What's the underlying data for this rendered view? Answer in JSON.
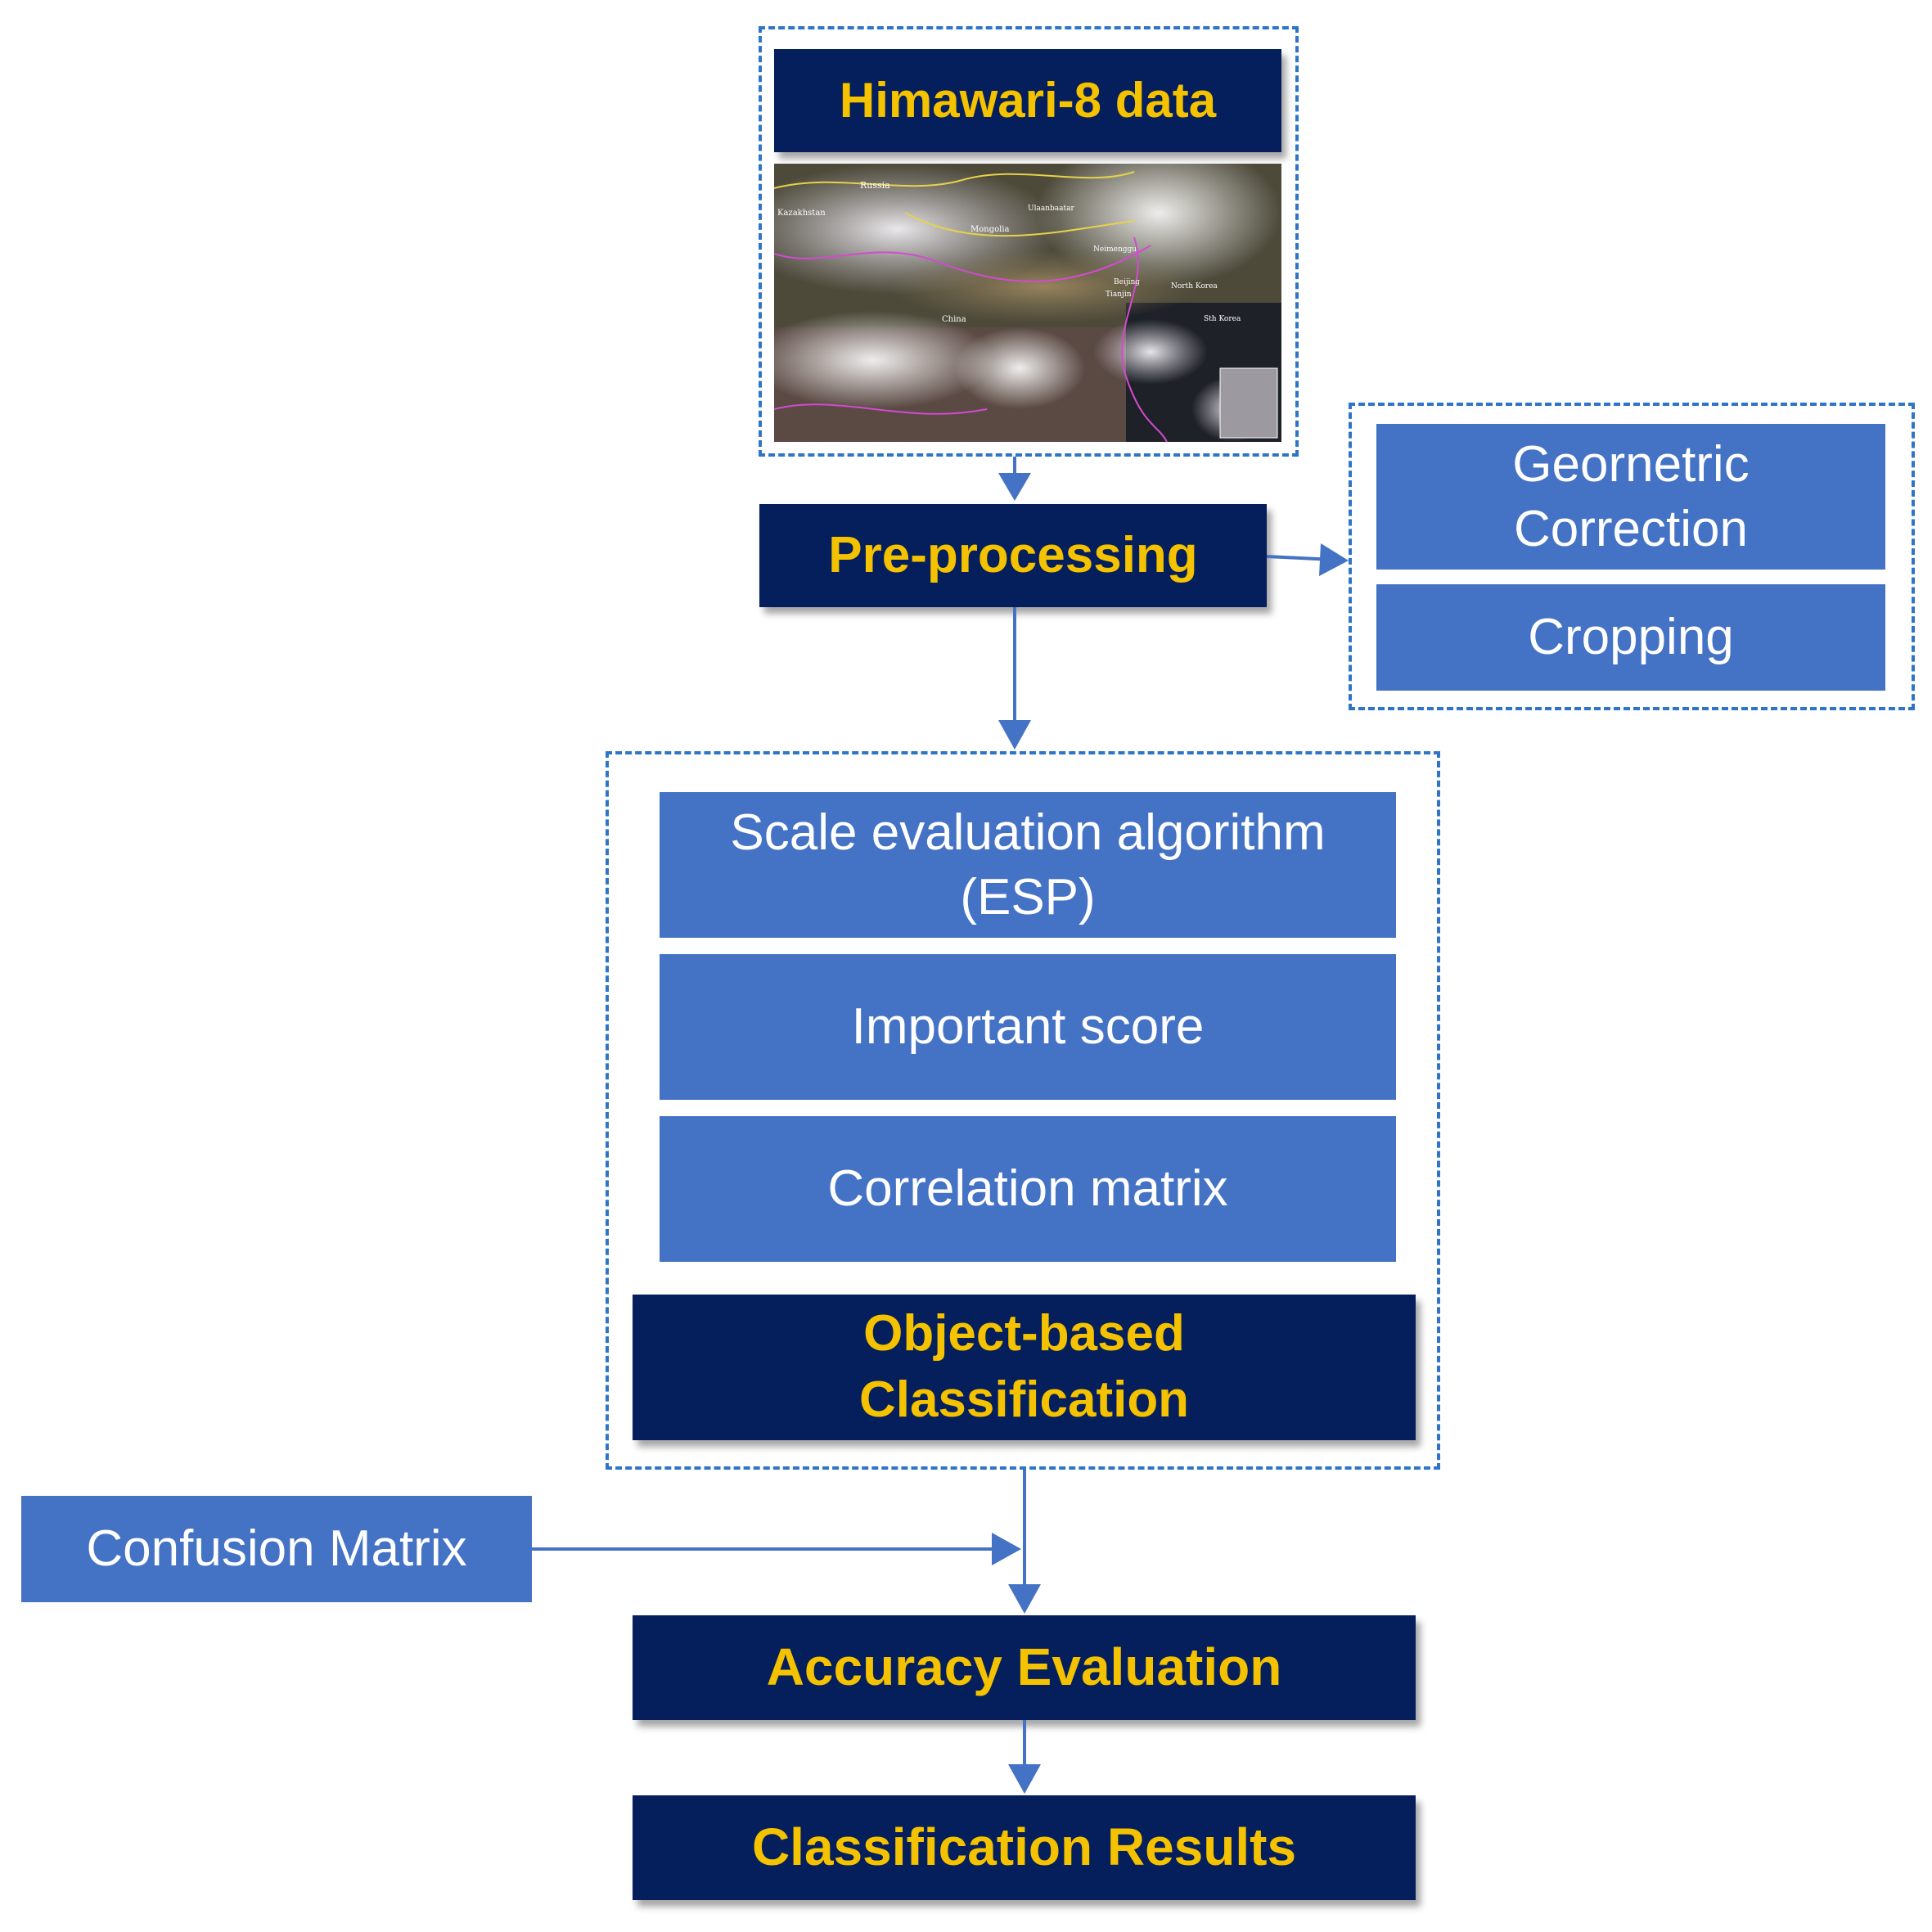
{
  "nodes": {
    "himawari": "Himawari-8  data",
    "preprocessing": "Pre-processing",
    "geometric_correction": "Geornetric\nCorrection",
    "cropping": "Cropping",
    "scale_eval": "Scale evaluation algorithm\n(ESP)",
    "important_score": "Important score",
    "correlation_matrix": "Correlation matrix",
    "object_based": "Object-based\nClassification",
    "confusion_matrix": "Confusion Matrix",
    "accuracy_evaluation": "Accuracy Evaluation",
    "classification_results": "Classification Results"
  },
  "satellite_map": {
    "labels": [
      "Russia",
      "Kazakhstan",
      "Mongolia",
      "Ulaanbaatar",
      "Neimenggu",
      "Beijing",
      "Tianjin",
      "China",
      "North Korea",
      "Sth Korea"
    ]
  },
  "colors": {
    "dark_box": "#041f5b",
    "dark_text": "#f5c200",
    "light_box": "#4472c4",
    "arrow": "#4472c4",
    "dashed_border": "#2e75c8"
  }
}
